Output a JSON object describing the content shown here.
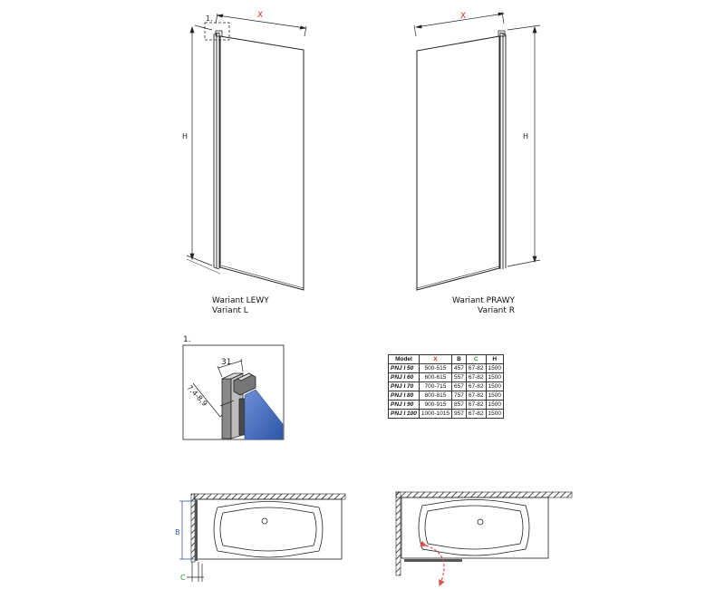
{
  "elevation_left": {
    "width_label": "X",
    "height_label": "H",
    "detail_marker": "1."
  },
  "elevation_right": {
    "width_label": "X",
    "height_label": "H"
  },
  "captions": {
    "left": [
      "Wariant LEWY",
      "Variant L"
    ],
    "right": [
      "Wariant PRAWY",
      "Variant R"
    ]
  },
  "detail": {
    "title": "1.",
    "dim_top": "31",
    "dim_side": "7,4-8,9"
  },
  "table": {
    "headers": [
      "Model",
      "X",
      "B",
      "C",
      "H"
    ],
    "rows": [
      [
        "PNJ I 50",
        "500-515",
        "457",
        "67-82",
        "1500"
      ],
      [
        "PNJ I 60",
        "600-615",
        "557",
        "67-82",
        "1500"
      ],
      [
        "PNJ I 70",
        "700-715",
        "657",
        "67-82",
        "1500"
      ],
      [
        "PNJ I 80",
        "800-815",
        "757",
        "67-82",
        "1500"
      ],
      [
        "PNJ I 90",
        "900-915",
        "857",
        "67-82",
        "1500"
      ],
      [
        "PNJ I 100",
        "1000-1015",
        "957",
        "67-82",
        "1500"
      ]
    ]
  },
  "plan_left": {
    "dim_b": "B",
    "dim_c": "C"
  },
  "colors": {
    "x_header": "#d32b2b",
    "c_header": "#2a9d3a",
    "glass": "#3f6fc4",
    "swing_arrow": "#e05050",
    "dim_b": "#3a55a8"
  }
}
